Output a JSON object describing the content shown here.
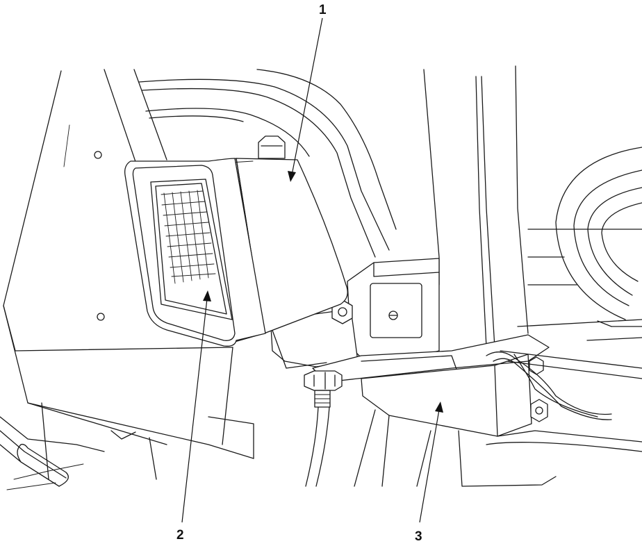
{
  "callouts": [
    {
      "id": "1",
      "label": "1"
    },
    {
      "id": "2",
      "label": "2"
    },
    {
      "id": "3",
      "label": "3"
    }
  ],
  "colors": {
    "line": "#1a1a1a",
    "background": "#ffffff"
  }
}
